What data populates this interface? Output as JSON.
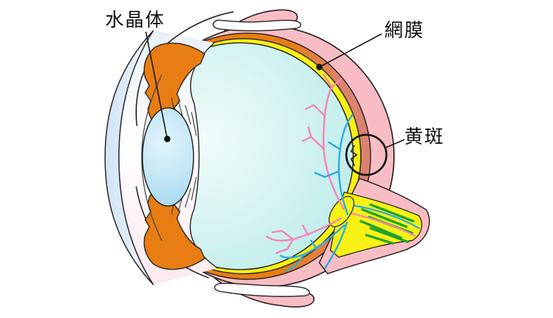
{
  "figure": {
    "kind": "anatomical-diagram-of-eye-cross-section",
    "background": "#ffffff"
  },
  "labels": {
    "lens": "水晶体",
    "retina": "網膜",
    "macula": "黄斑"
  },
  "colors": {
    "sclera-pink": "#f8bdc4",
    "sclera-pale": "#ffffff",
    "choroid-orange": "#e87d14",
    "choroid-salmon": "#dc8370",
    "retina-yellow": "#f7f115",
    "vitreous-cyan": "#bdecea",
    "vitreous-light": "#f0fbfa",
    "lens-blue": "#a6d8ee",
    "lens-light": "#e2f5fd",
    "cornea-blue": "#cfe3f5",
    "vessel-pink": "#f685b9",
    "vessel-blue": "#2cabe4",
    "nerve-green": "#1da32c",
    "outline": "#2b2524",
    "callout": "#111111"
  }
}
